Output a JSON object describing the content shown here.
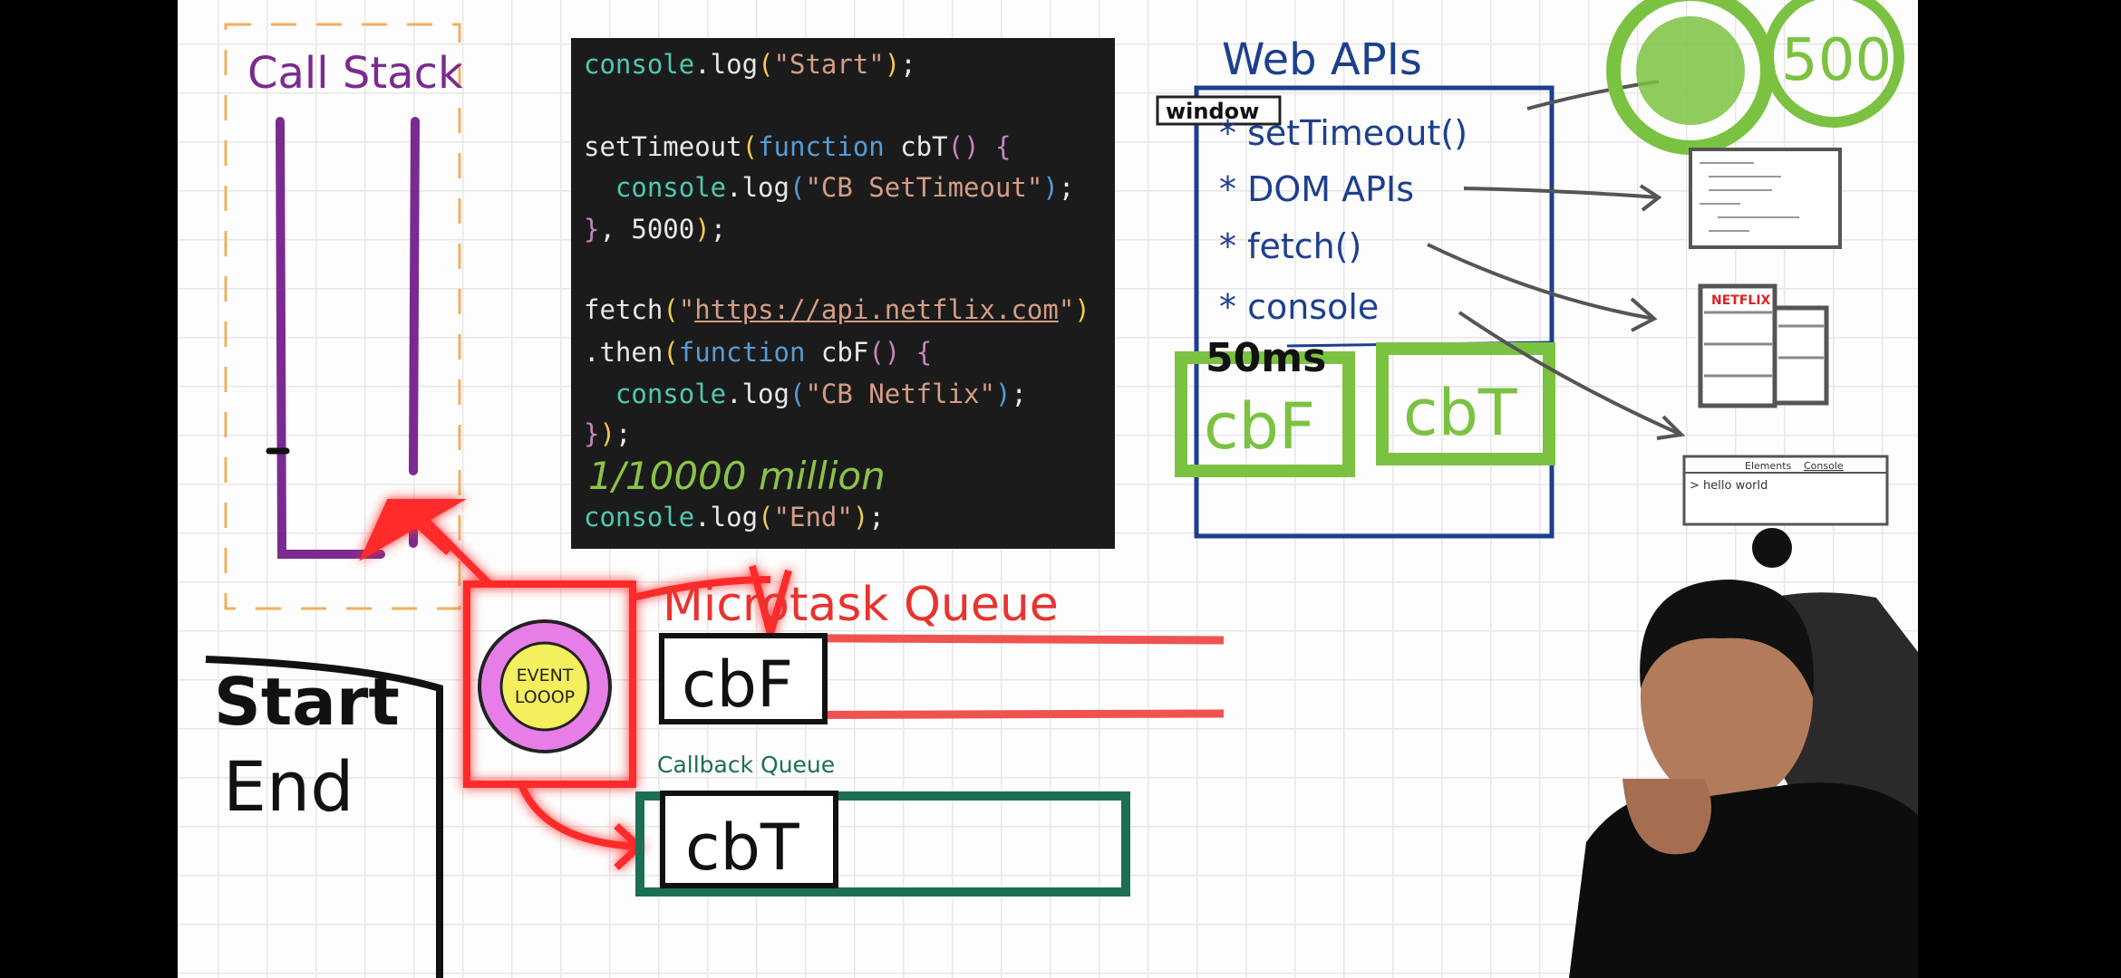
{
  "call_stack": {
    "title": "Call Stack"
  },
  "code": {
    "lines": [
      [
        [
          "console",
          "teal"
        ],
        [
          ".log",
          "white"
        ],
        [
          "(",
          "yellow"
        ],
        [
          "\"Start\"",
          "string"
        ],
        [
          ")",
          "yellow"
        ],
        [
          ";",
          "white"
        ]
      ],
      [],
      [
        [
          "setTimeout",
          "white"
        ],
        [
          "(",
          "yellow"
        ],
        [
          "function",
          "blue"
        ],
        [
          " cbT",
          "white"
        ],
        [
          "()",
          "pink"
        ],
        [
          " {",
          "pink"
        ]
      ],
      [
        [
          "  console",
          "teal"
        ],
        [
          ".log",
          "white"
        ],
        [
          "(",
          "blue"
        ],
        [
          "\"CB SetTimeout\"",
          "string"
        ],
        [
          ")",
          "blue"
        ],
        [
          ";",
          "white"
        ]
      ],
      [
        [
          "}",
          "pink"
        ],
        [
          ", 5000",
          "white"
        ],
        [
          ")",
          "yellow"
        ],
        [
          ";",
          "white"
        ]
      ],
      [],
      [
        [
          "fetch",
          "white"
        ],
        [
          "(",
          "yellow"
        ],
        [
          "\"",
          "string"
        ],
        [
          "https://api.netflix.com",
          "url"
        ],
        [
          "\"",
          "string"
        ],
        [
          ")",
          "yellow"
        ]
      ],
      [
        [
          ".then",
          "white"
        ],
        [
          "(",
          "yellow"
        ],
        [
          "function",
          "blue"
        ],
        [
          " cbF",
          "white"
        ],
        [
          "()",
          "pink"
        ],
        [
          " {",
          "pink"
        ]
      ],
      [
        [
          "  console",
          "teal"
        ],
        [
          ".log",
          "white"
        ],
        [
          "(",
          "blue"
        ],
        [
          "\"CB Netflix\"",
          "string"
        ],
        [
          ")",
          "blue"
        ],
        [
          ";",
          "white"
        ]
      ],
      [
        [
          "}",
          "pink"
        ],
        [
          ")",
          "yellow"
        ],
        [
          ";",
          "white"
        ]
      ],
      [],
      [
        [
          "console",
          "teal"
        ],
        [
          ".log",
          "white"
        ],
        [
          "(",
          "yellow"
        ],
        [
          "\"End\"",
          "string"
        ],
        [
          ")",
          "yellow"
        ],
        [
          ";",
          "white"
        ]
      ]
    ],
    "annotation": "1/10000 million",
    "colors": {
      "teal": "#4ec9b0",
      "white": "#e8e8e8",
      "yellow": "#f2c94c",
      "string": "#d69d85",
      "blue": "#569cd6",
      "pink": "#c586c0",
      "url": "#d69d85"
    }
  },
  "web_apis": {
    "title": "Web APIs",
    "window_label": "window",
    "items": [
      "* setTimeout()",
      "* DOM APIs",
      "* fetch()",
      "* console"
    ],
    "timer_note": "50ms",
    "pending": [
      "cbF",
      "cbT"
    ],
    "timer_label": "500"
  },
  "sketches": {
    "netflix": "NETFLIX",
    "devtools_tabs": [
      "Elements",
      "Console"
    ],
    "devtools_output": "> hello world"
  },
  "console_output": {
    "lines": [
      "Start",
      "End"
    ]
  },
  "event_loop": {
    "label_line1": "EVENT",
    "label_line2": "LOOOP"
  },
  "microtask_queue": {
    "title": "Microtask Queue",
    "items": [
      "cbF"
    ]
  },
  "callback_queue": {
    "title": "Callback Queue",
    "items": [
      "cbT"
    ]
  },
  "colors": {
    "purple": "#7b2a90",
    "red": "#e8332f",
    "green": "#7cc242",
    "blue": "#1d3f8f",
    "teal": "#1c6e55"
  }
}
